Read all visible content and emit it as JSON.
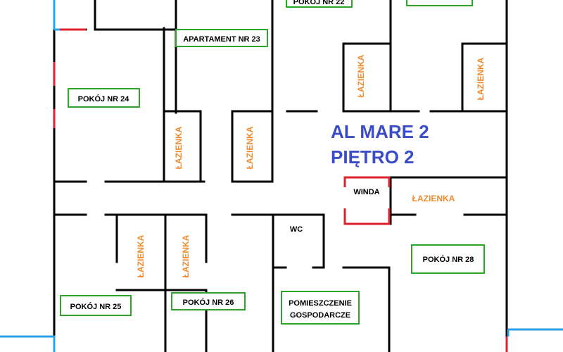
{
  "title": {
    "line1": "AL MARE  2",
    "line2": "PIĘTRO  2",
    "color": "#3a4cc8"
  },
  "colors": {
    "wall": "#000000",
    "label_border": "#2aa52a",
    "bathroom_text": "#f08a2c",
    "elevator": "#e0202a",
    "window_blue": "#29a3e6",
    "window_red": "#e0202a"
  },
  "rooms": {
    "pokoj_22": "POKÓJ NR 22",
    "apartament_23": "APARTAMENT NR 23",
    "pokoj_24": "POKÓJ NR  24",
    "pokoj_25": "POKÓJ NR  25",
    "pokoj_26": "POKÓJ NR  26",
    "pokoj_28": "POKÓJ NR 28",
    "pomieszczenie_line1": "POMIESZCZENIE",
    "pomieszczenie_line2": "GOSPODARCZE",
    "wc": "WC",
    "winda": "WINDA"
  },
  "bathroom_label": "ŁAZIENKA"
}
